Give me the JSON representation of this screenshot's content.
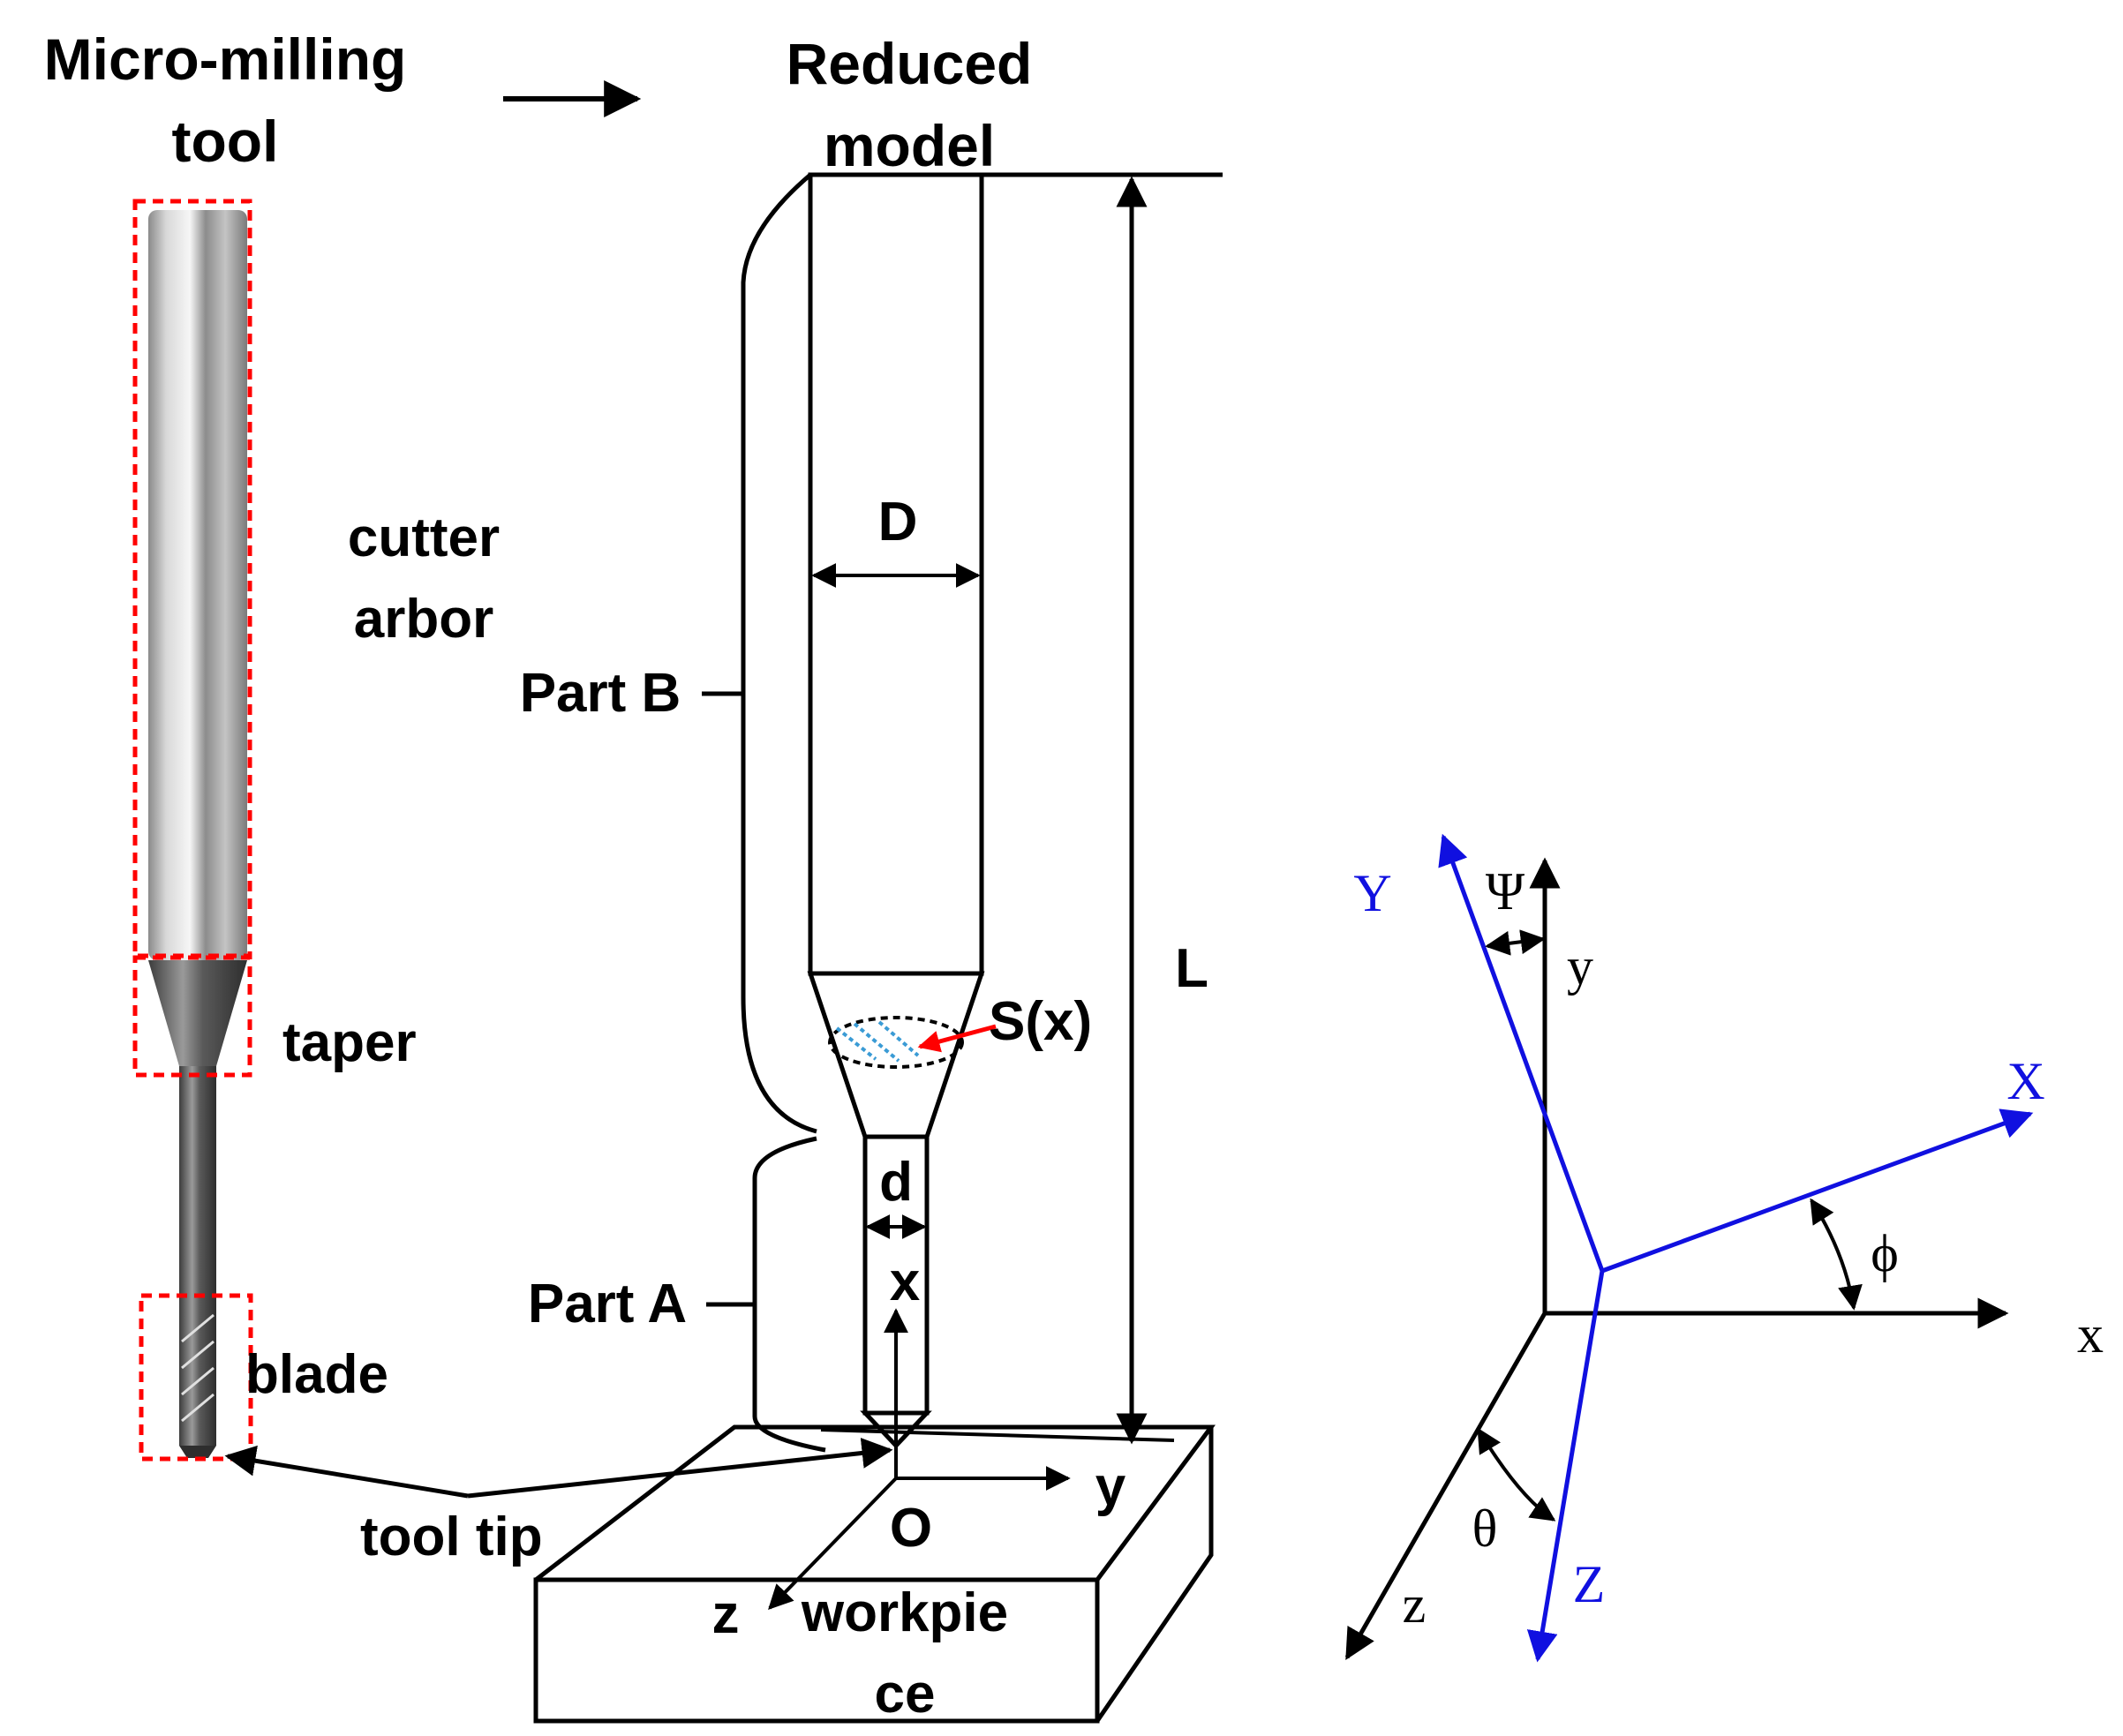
{
  "tool_panel": {
    "title_line1": "Micro-milling",
    "title_line2": "tool",
    "label_arbor_line1": "cutter",
    "label_arbor_line2": "arbor",
    "label_taper": "taper",
    "label_blade": "blade",
    "label_tool_tip": "tool tip"
  },
  "model_panel": {
    "title_line1": "Reduced",
    "title_line2": "model",
    "label_D": "D",
    "label_d": "d",
    "label_x": "x",
    "label_L": "L",
    "label_Sx": "S(x)",
    "label_part_b": "Part B",
    "label_part_a": "Part A",
    "label_O": "O",
    "label_y": "y",
    "label_z": "z",
    "label_workpiece_line1": "workpie",
    "label_workpiece_line2": "ce"
  },
  "frame_panel": {
    "label_Y": "Y",
    "label_X": "X",
    "label_Z": "Z",
    "label_y": "y",
    "label_x": "x",
    "label_z": "z",
    "label_psi": "Ψ",
    "label_phi": "ϕ",
    "label_theta": "θ"
  },
  "colors": {
    "ink": "#000000",
    "rotated_frame": "#1010e0",
    "highlight_box": "#ff0000",
    "section_fill": "#3a9bd5"
  }
}
